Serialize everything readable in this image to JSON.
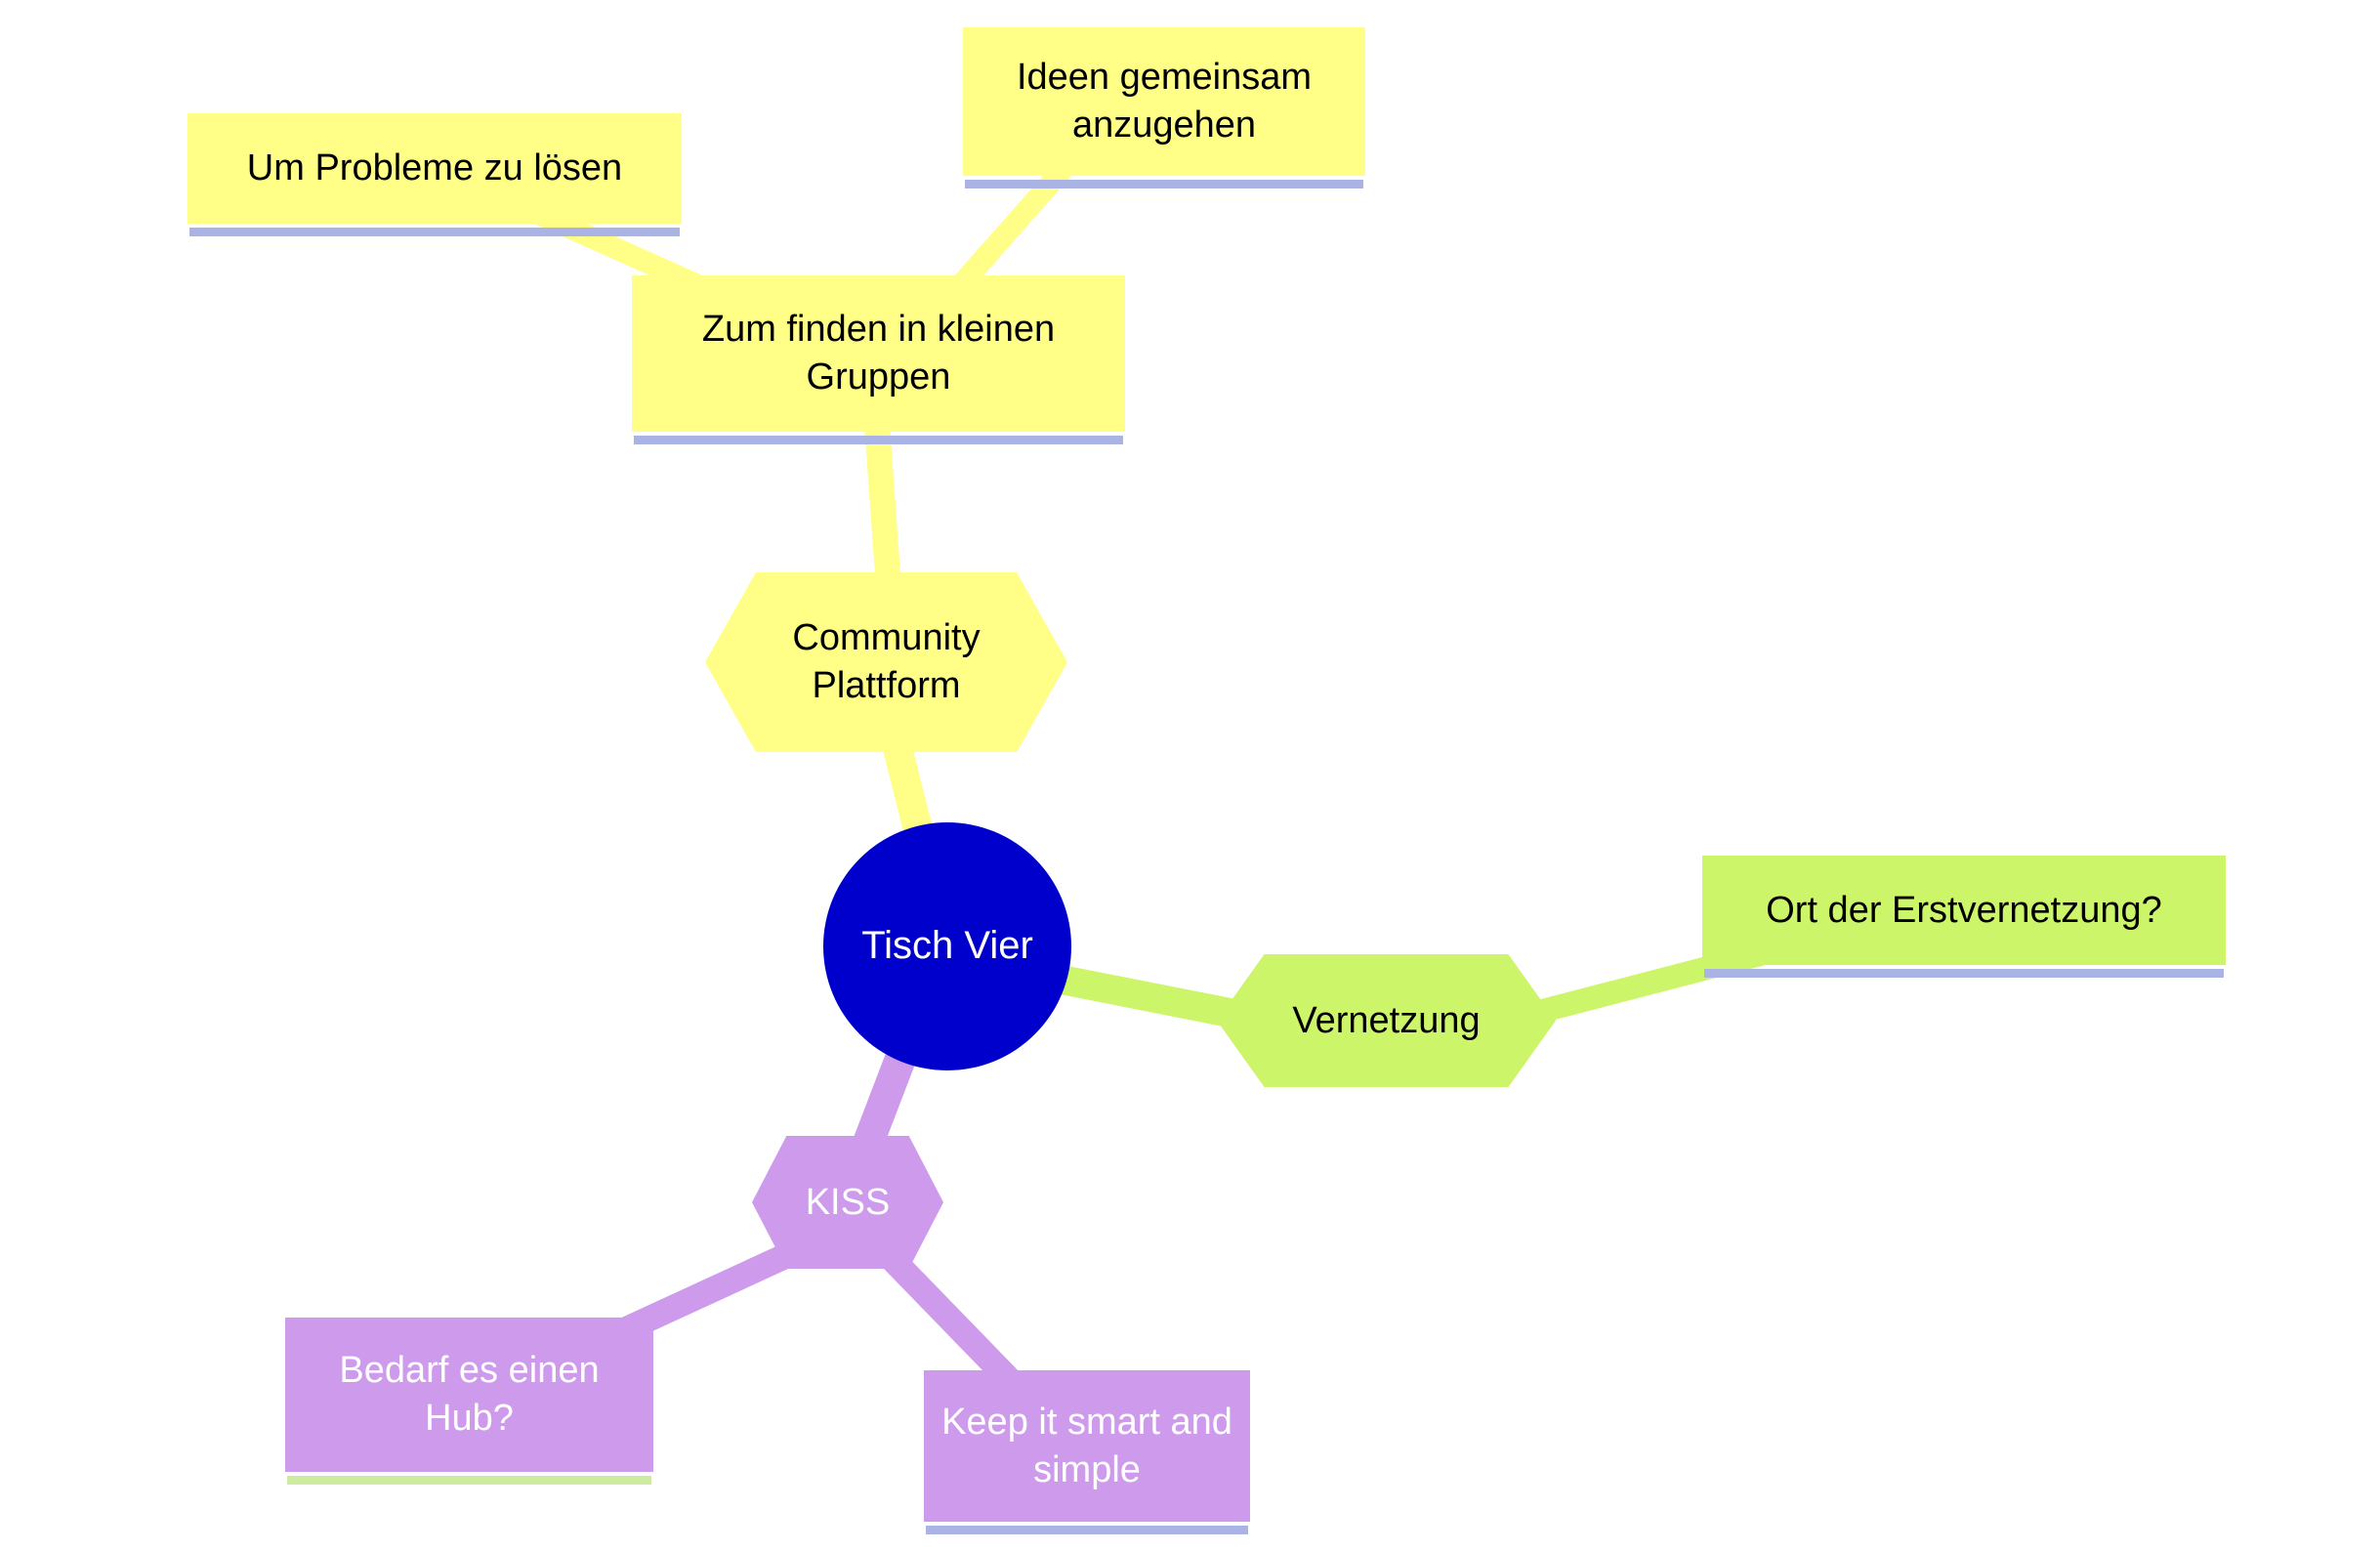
{
  "app": {
    "type": "mind-map",
    "background": "#ffffff"
  },
  "palette": {
    "branch_yellow": "#ffff87",
    "branch_green": "#ccf56a",
    "branch_purple": "#ce9bec",
    "root_blue": "#0000cc",
    "underline_lavender": "#aab4e4",
    "underline_lightgreen": "#cdeca0",
    "text_dark": "#000000",
    "text_light": "#ffffff"
  },
  "nodes": {
    "root": {
      "label": "Tisch Vier",
      "shape": "circle",
      "color": "#0000cc"
    },
    "community": {
      "label": "Community Plattform",
      "shape": "hexagon",
      "color": "#ffff87"
    },
    "zum_finden": {
      "label": "Zum finden in kleinen Gruppen",
      "shape": "rectangle",
      "color": "#ffff87"
    },
    "um_probleme": {
      "label": "Um Probleme zu lösen",
      "shape": "rectangle",
      "color": "#ffff87"
    },
    "ideen": {
      "label": "Ideen gemeinsam anzugehen",
      "shape": "rectangle",
      "color": "#ffff87"
    },
    "vernetzung": {
      "label": "Vernetzung",
      "shape": "hexagon",
      "color": "#ccf56a"
    },
    "ort": {
      "label": "Ort der Erstvernetzung?",
      "shape": "rectangle",
      "color": "#ccf56a"
    },
    "kiss": {
      "label": "KISS",
      "shape": "hexagon",
      "color": "#ce9bec"
    },
    "bedarf": {
      "label": "Bedarf es einen Hub?",
      "shape": "rectangle",
      "color": "#ce9bec"
    },
    "keep": {
      "label": "Keep it smart and simple",
      "shape": "rectangle",
      "color": "#ce9bec"
    }
  },
  "edges": [
    {
      "from": "um_probleme",
      "to": "zum_finden",
      "color": "#ffff87"
    },
    {
      "from": "ideen",
      "to": "zum_finden",
      "color": "#ffff87"
    },
    {
      "from": "zum_finden",
      "to": "community",
      "color": "#ffff87"
    },
    {
      "from": "community",
      "to": "root",
      "color": "#ffff87"
    },
    {
      "from": "root",
      "to": "vernetzung",
      "color": "#ccf56a"
    },
    {
      "from": "vernetzung",
      "to": "ort",
      "color": "#ccf56a"
    },
    {
      "from": "root",
      "to": "kiss",
      "color": "#ce9bec"
    },
    {
      "from": "kiss",
      "to": "bedarf",
      "color": "#ce9bec"
    },
    {
      "from": "kiss",
      "to": "keep",
      "color": "#ce9bec"
    }
  ]
}
